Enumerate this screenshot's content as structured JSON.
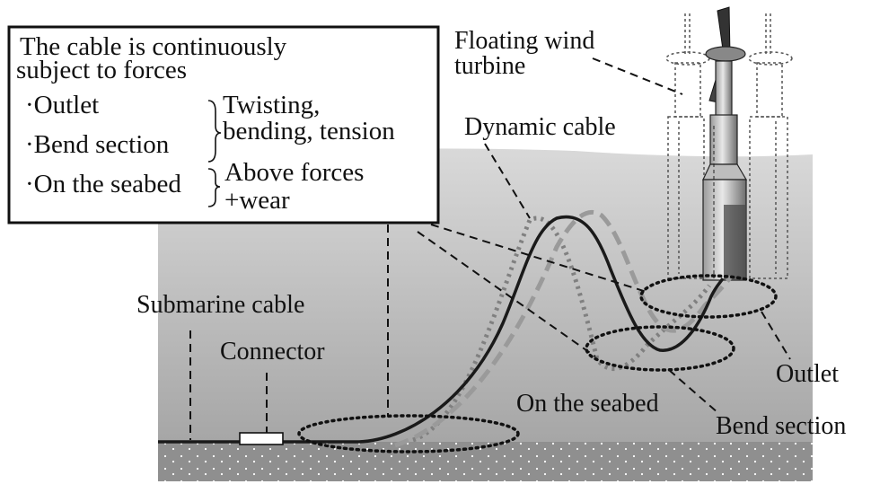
{
  "callout": {
    "title_line1": "The cable is continuously",
    "title_line2": "subject to forces",
    "item_outlet": "·Outlet",
    "item_bend": "·Bend section",
    "item_seabed": "·On the seabed",
    "force_line1": "Twisting,",
    "force_line2": "bending, tension",
    "extra_line1": "Above forces",
    "extra_line2": "+wear"
  },
  "labels": {
    "turbine_line1": "Floating wind",
    "turbine_line2": "turbine",
    "dynamic_cable": "Dynamic cable",
    "submarine_cable": "Submarine cable",
    "connector": "Connector",
    "outlet": "Outlet",
    "on_seabed": "On the seabed",
    "bend_section": "Bend section"
  }
}
